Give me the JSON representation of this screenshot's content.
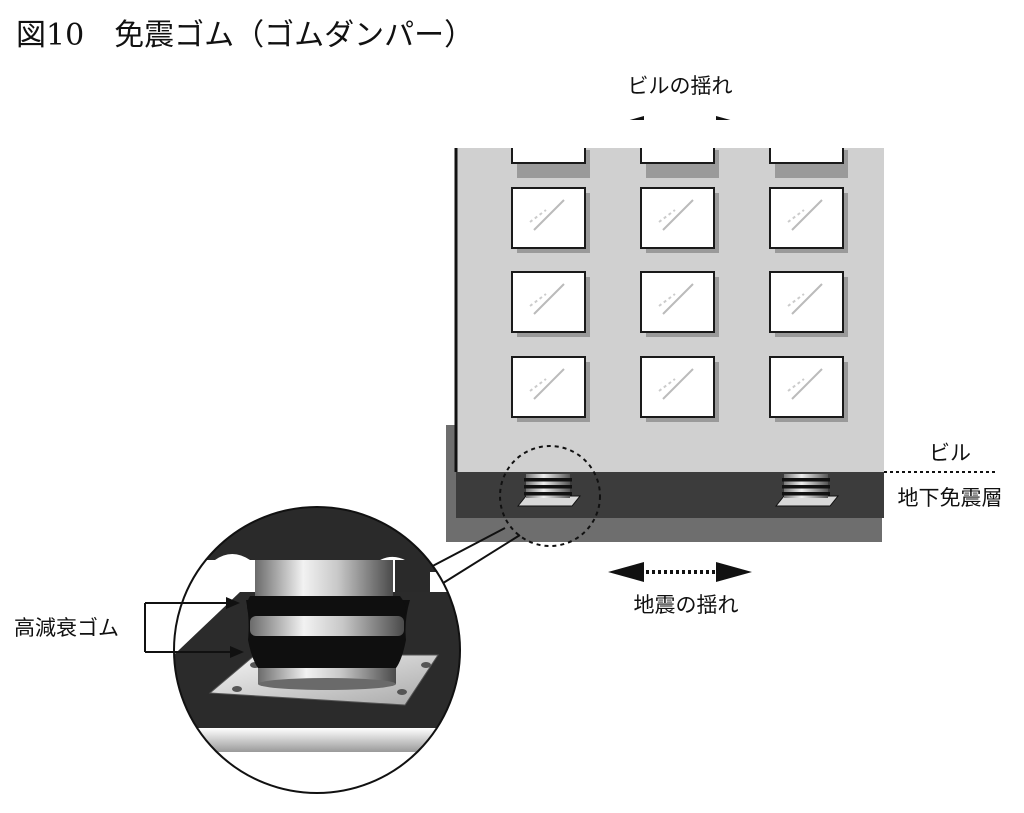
{
  "figure": {
    "title": "図10　免震ゴム（ゴムダンパー）"
  },
  "labels": {
    "building_sway": "ビルの揺れ",
    "ground_shake": "地震の揺れ",
    "building": "ビル",
    "basement_layer": "地下免震層",
    "rubber_bearing": "高減衰ゴム"
  },
  "colors": {
    "building_wall": "#d0d0d0",
    "basement": "#3c3c3c",
    "ground": "#6e6e6e",
    "window_frame": "#1a1a1a",
    "background": "#ffffff"
  },
  "icons": [
    "double-arrow-icon",
    "rubber-bearing-icon",
    "dashed-callout-circle"
  ]
}
